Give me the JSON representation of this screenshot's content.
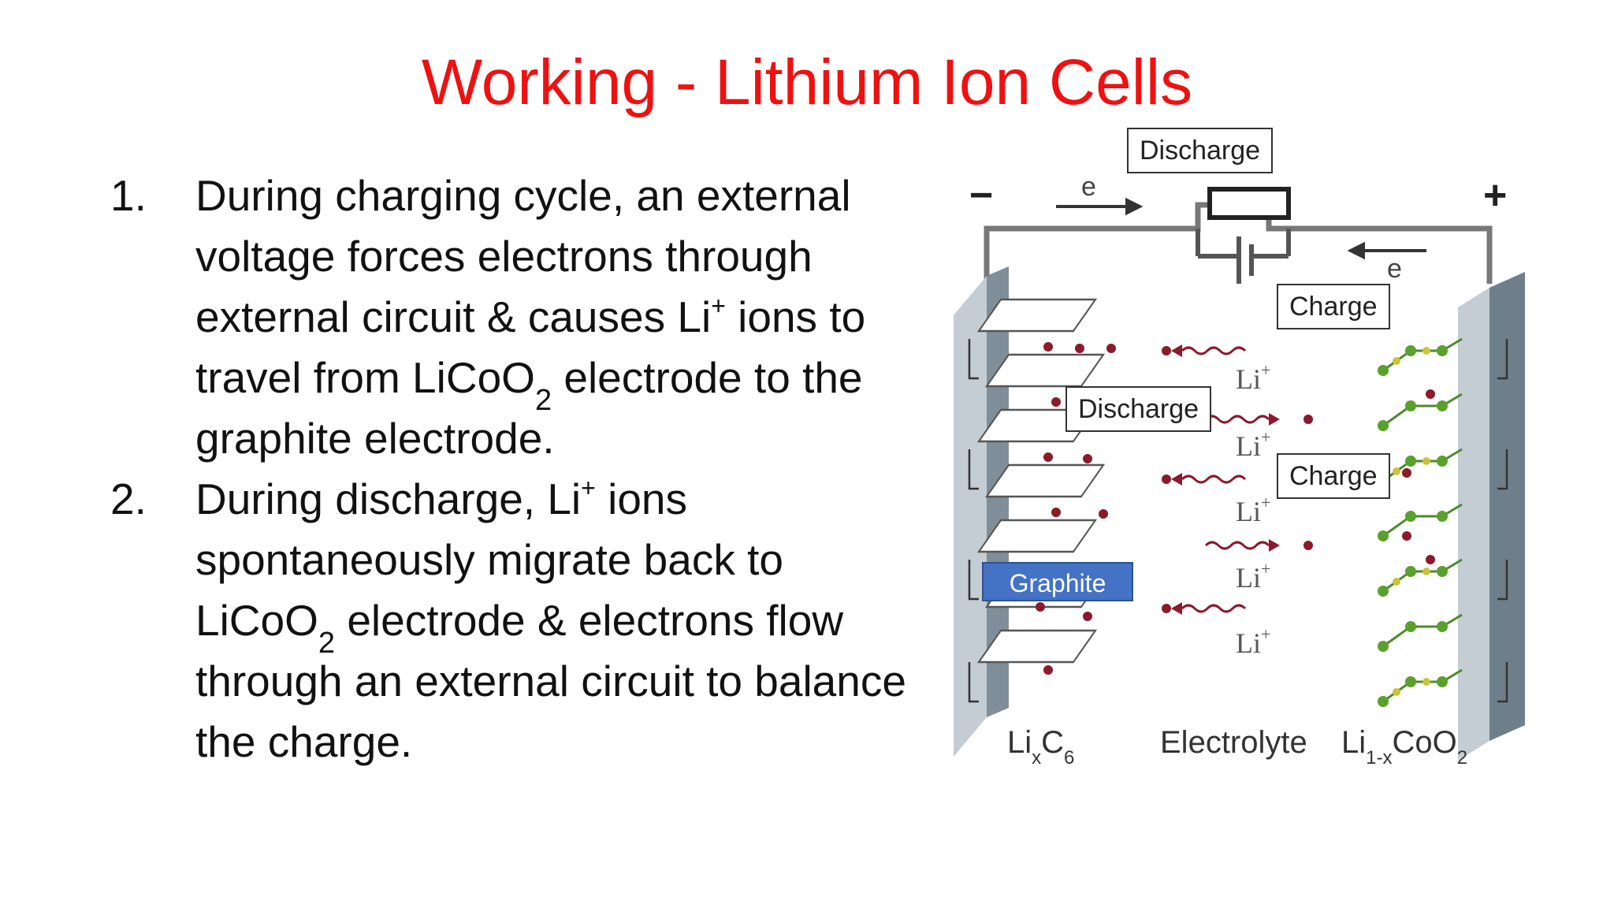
{
  "title": "Working - Lithium Ion Cells",
  "points": [
    {
      "num": "1.",
      "line1_a": "During charging cycle, an external voltage forces electrons through external circuit & causes Li",
      "line1_sup": "+",
      "line1_b": " ions to travel from LiCoO",
      "line1_sub": "2",
      "line1_c": " electrode to the graphite electrode."
    },
    {
      "num": "2.",
      "a": "During discharge, Li",
      "sup": "+",
      "b": " ions spontaneously migrate back to LiCoO",
      "sub": "2",
      "c": " electrode & electrons flow through an external circuit to balance the charge."
    }
  ],
  "diagram": {
    "top_discharge": "Discharge",
    "charge_top": "Charge",
    "discharge_mid": "Discharge",
    "charge_mid": "Charge",
    "graphite": "Graphite",
    "minus": "−",
    "plus": "+",
    "electron": "e",
    "li": "Li",
    "li_sup": "+",
    "anode_main": "Li",
    "anode_sub_x": "x",
    "anode_c": "C",
    "anode_sub_6": "6",
    "electrolyte": "Electrolyte",
    "cathode_li": "Li",
    "cathode_sub": "1-x",
    "cathode_coo": "CoO",
    "cathode_sub2": "2"
  }
}
